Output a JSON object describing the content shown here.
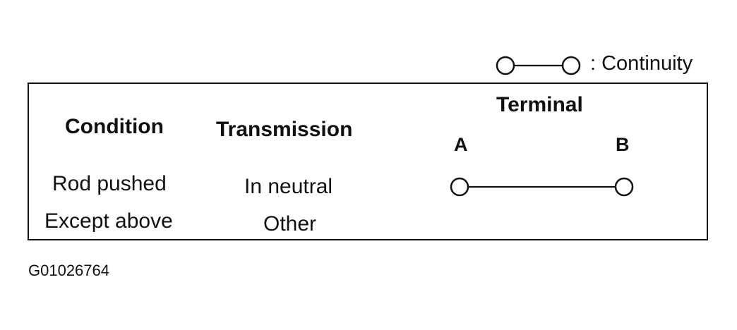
{
  "legend": {
    "symbol_icon": "continuity-symbol-icon",
    "text": ": Continuity"
  },
  "table": {
    "headers": {
      "condition": "Condition",
      "transmission": "Transmission",
      "terminal": "Terminal"
    },
    "terminals": [
      "A",
      "B"
    ],
    "rows": [
      {
        "condition": "Rod pushed",
        "transmission": "In neutral",
        "continuity_between": [
          "A",
          "B"
        ]
      },
      {
        "condition": "Except above",
        "transmission": "Other",
        "continuity_between": []
      }
    ]
  },
  "figure_id": "G01026764"
}
